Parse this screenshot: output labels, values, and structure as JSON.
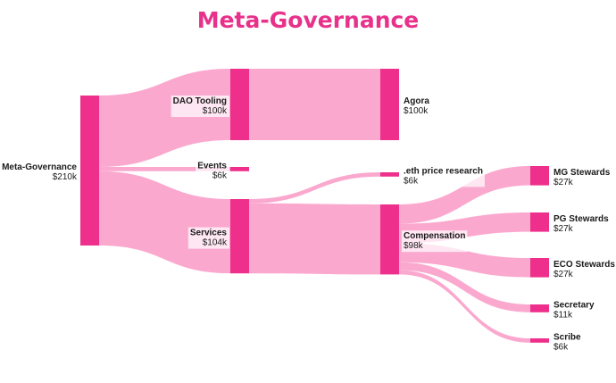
{
  "title": "Meta-Governance",
  "colors": {
    "title": "#e8318a",
    "node": "#ee2f8b",
    "link": "#fba8cf"
  },
  "sankey": {
    "nodes": [
      {
        "id": "meta",
        "name": "Meta-Governance",
        "value": "$210k"
      },
      {
        "id": "dao",
        "name": "DAO Tooling",
        "value": "$100k"
      },
      {
        "id": "events",
        "name": "Events",
        "value": "$6k"
      },
      {
        "id": "services",
        "name": "Services",
        "value": "$104k"
      },
      {
        "id": "agora",
        "name": "Agora",
        "value": "$100k"
      },
      {
        "id": "eth",
        "name": ".eth price research",
        "value": "$6k"
      },
      {
        "id": "comp",
        "name": "Compensation",
        "value": "$98k"
      },
      {
        "id": "mg",
        "name": "MG Stewards",
        "value": "$27k"
      },
      {
        "id": "pg",
        "name": "PG Stewards",
        "value": "$27k"
      },
      {
        "id": "eco",
        "name": "ECO Stewards",
        "value": "$27k"
      },
      {
        "id": "sec",
        "name": "Secretary",
        "value": "$11k"
      },
      {
        "id": "scribe",
        "name": "Scribe",
        "value": "$6k"
      }
    ],
    "links": [
      {
        "source": "meta",
        "target": "dao",
        "value": 100
      },
      {
        "source": "meta",
        "target": "events",
        "value": 6
      },
      {
        "source": "meta",
        "target": "services",
        "value": 104
      },
      {
        "source": "dao",
        "target": "agora",
        "value": 100
      },
      {
        "source": "services",
        "target": "eth",
        "value": 6
      },
      {
        "source": "services",
        "target": "comp",
        "value": 98
      },
      {
        "source": "comp",
        "target": "mg",
        "value": 27
      },
      {
        "source": "comp",
        "target": "pg",
        "value": 27
      },
      {
        "source": "comp",
        "target": "eco",
        "value": 27
      },
      {
        "source": "comp",
        "target": "sec",
        "value": 11
      },
      {
        "source": "comp",
        "target": "scribe",
        "value": 6
      }
    ]
  }
}
